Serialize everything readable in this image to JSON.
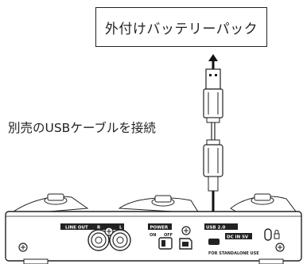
{
  "callout": {
    "text": "外付けバッテリーパック"
  },
  "cable_label": "別売のUSBケーブルを接続",
  "device": {
    "line_out": "LINE OUT",
    "ch_r": "R",
    "ch_l": "L",
    "power": "POWER",
    "power_on": "ON",
    "power_off": "OFF",
    "usb": "USB 2.0",
    "dc_in": "DC IN 5V",
    "standalone": "FOR STANDALONE USE"
  }
}
